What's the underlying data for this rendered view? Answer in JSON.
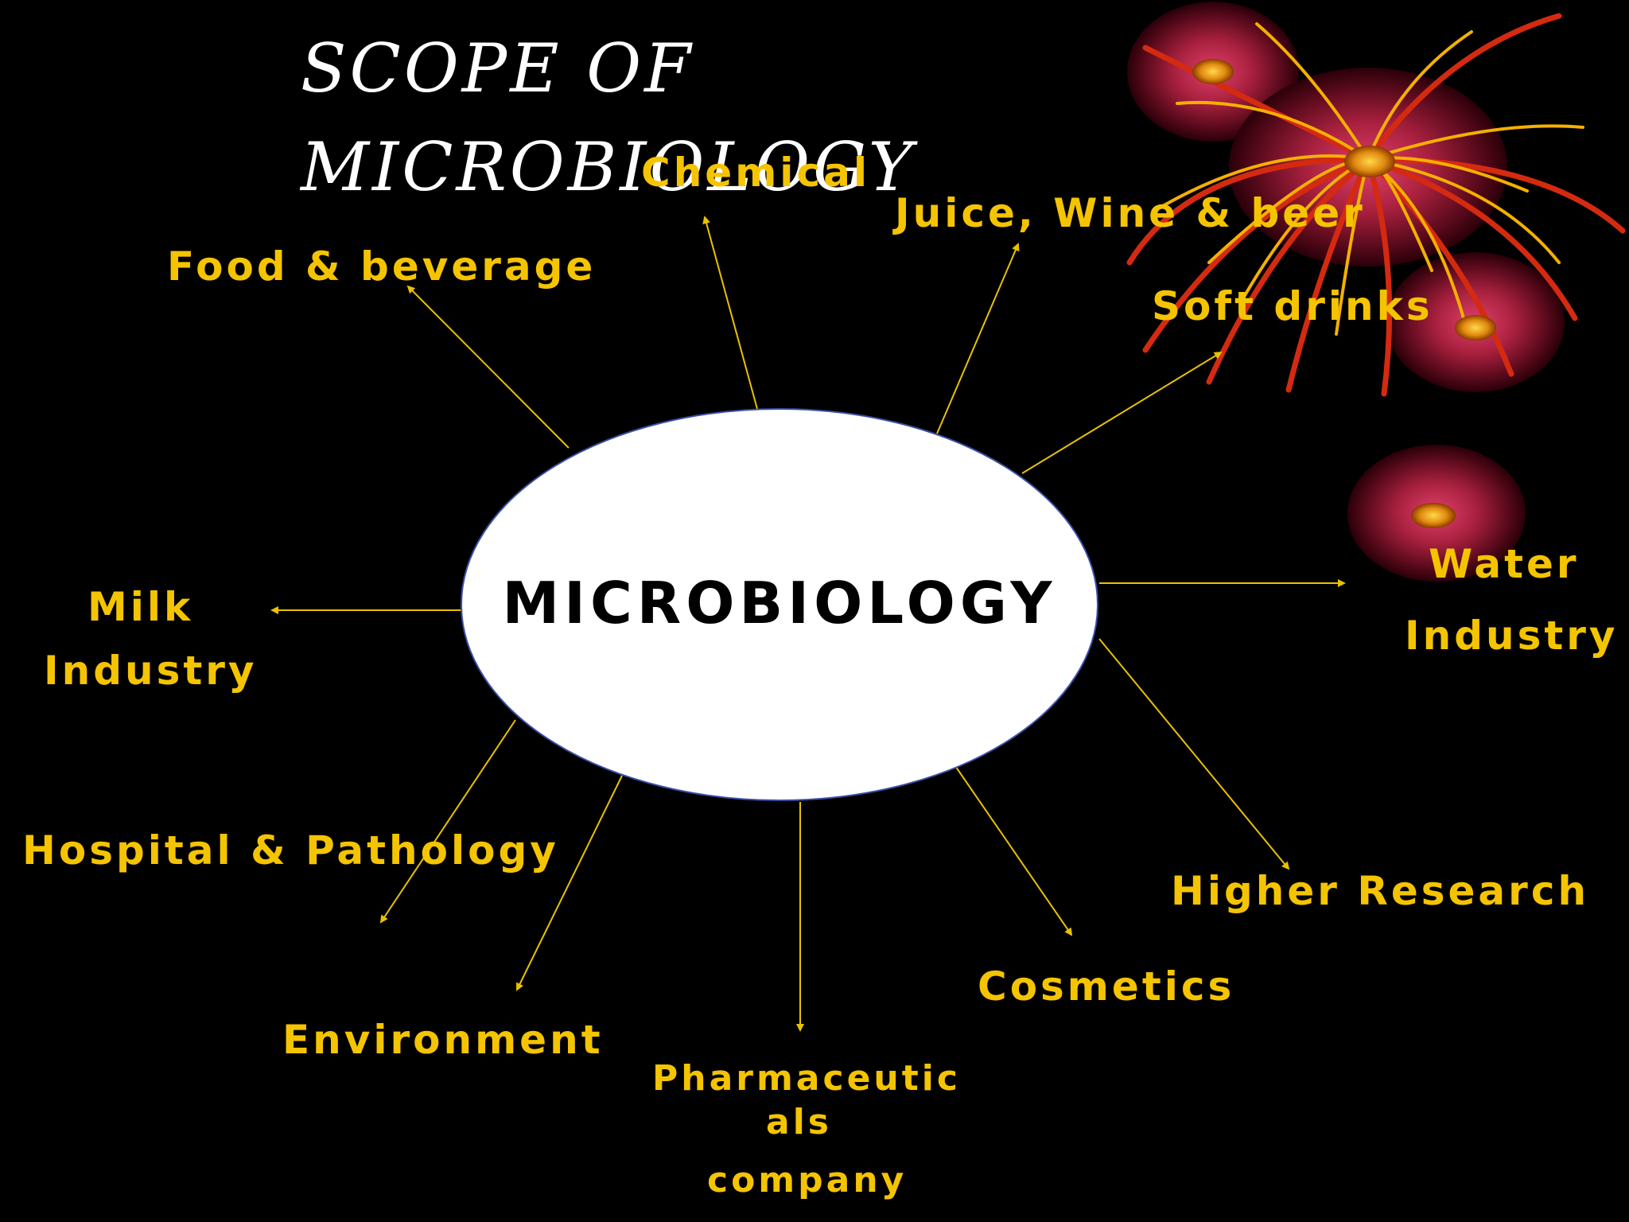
{
  "title": {
    "line1": "SCOPE OF",
    "line2": "MICROBIOLOGY"
  },
  "center": {
    "label": "MICROBIOLOGY"
  },
  "branches": {
    "chemical": "Chemical",
    "juice": "Juice, Wine & beer",
    "soft_drinks": "Soft drinks",
    "food": "Food & beverage",
    "milk_line1": "Milk",
    "milk_line2": "Industry",
    "water_line1": "Water",
    "water_line2": "Industry",
    "hospital": "Hospital & Pathology",
    "environment": "Environment",
    "pharma_line1": "Pharmaceutic",
    "pharma_line2": "als",
    "pharma_line3": "company",
    "cosmetics": "Cosmetics",
    "research": "Higher Research"
  },
  "colors": {
    "background": "#000000",
    "label": "#f5c400",
    "title": "#ffffff",
    "ellipse_fill": "#ffffff",
    "ellipse_stroke": "#3b4fa8",
    "arrow": "#e8c200"
  },
  "decorations": [
    "red-flower-cluster",
    "red-disc"
  ]
}
